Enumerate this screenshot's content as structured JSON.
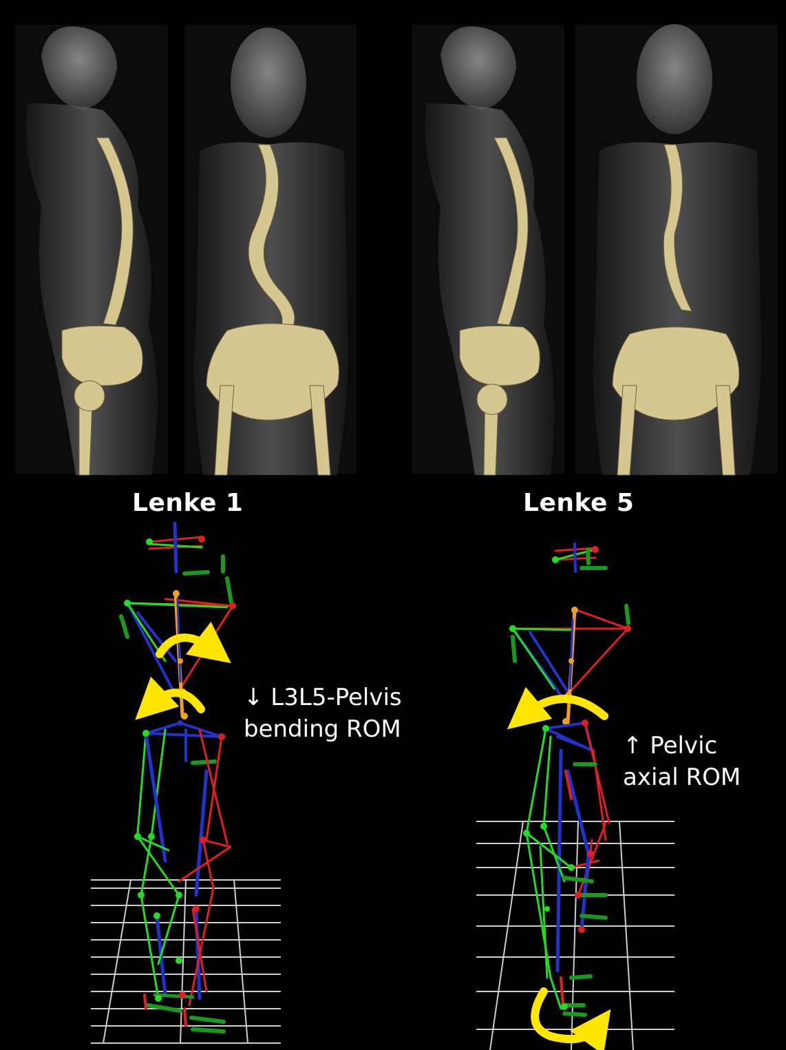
{
  "groups": [
    {
      "title": "Lenke 1",
      "annotation_line1": "↓ L3L5-Pelvis",
      "annotation_line2": "bending ROM"
    },
    {
      "title": "Lenke 5",
      "annotation_line1": "↑ Pelvic",
      "annotation_line2": "axial ROM"
    }
  ],
  "colors": {
    "bone": "#d6c690",
    "left_markers": "#22dd22",
    "right_markers": "#e02020",
    "segment_axis": "#2233cc",
    "spine_markers": "#f0a020",
    "rotation_arrow": "#ffe600",
    "grid": "#cfcfcf"
  }
}
